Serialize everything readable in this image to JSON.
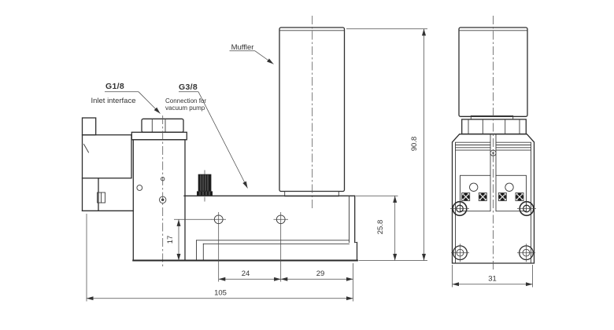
{
  "drawing": {
    "labels": {
      "muffler": "Muffler",
      "inlet_port": "G1/8",
      "inlet_desc": "Inlet interface",
      "vacuum_port": "G3/8",
      "vacuum_desc_line1": "Connection for",
      "vacuum_desc_line2": "vacuum pump"
    },
    "dimensions": {
      "overall_height": "90.8",
      "block_height": "25.8",
      "hole_center_height": "17",
      "hole_spacing": "24",
      "hole_to_edge": "29",
      "overall_length": "105",
      "overall_width": "31"
    }
  }
}
